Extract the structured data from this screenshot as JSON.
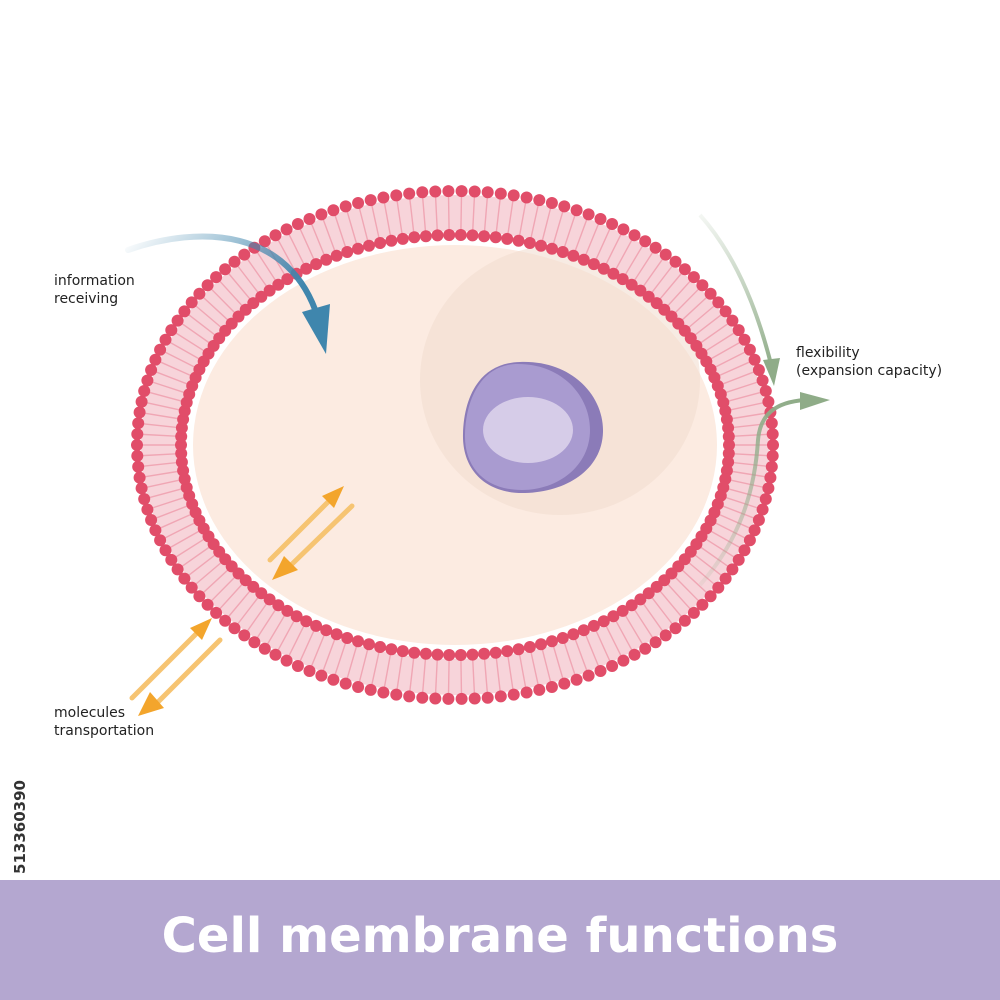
{
  "labels": {
    "information": "information\nreceiving",
    "flexibility": "flexibility\n(expansion capacity)",
    "molecules": "molecules\ntransportation"
  },
  "title": "Cell membrane functions",
  "image_id": "513360390",
  "colors": {
    "membrane_head": "#e14d69",
    "membrane_tail": "#f0a6b4",
    "cytoplasm": "#fcebe1",
    "nucleus": "#a99bd0",
    "nucleolus": "#d6cce8",
    "arrow_info": "#3f86ad",
    "arrow_flex": "#8fac88",
    "arrow_transport": "#f3a52c",
    "banner": "#b4a7d0"
  }
}
